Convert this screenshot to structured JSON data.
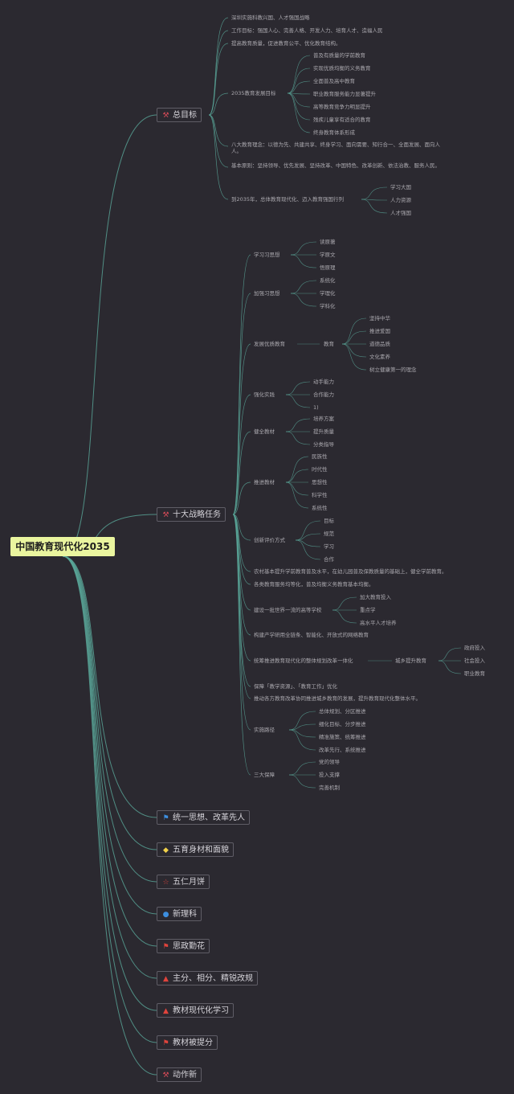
{
  "root": "中国教育现代化2035",
  "colors": {
    "background": "#2b2930",
    "line": "#5aa89a",
    "root_fill": "#eaf59f",
    "text": "#aaa8ae"
  },
  "branches": [
    {
      "label": "总目标",
      "icon": "hammer-icon"
    },
    {
      "label": "十大战略任务",
      "icon": "hammer-icon"
    },
    {
      "label": "统一思想、改革先人",
      "icon": "flag-blue-icon"
    },
    {
      "label": "五育身材和面貌",
      "icon": "gem-icon"
    },
    {
      "label": "五仁月饼",
      "icon": "star-icon"
    },
    {
      "label": "新理科",
      "icon": "drop-icon"
    },
    {
      "label": "思政勤花",
      "icon": "flag-red-icon"
    },
    {
      "label": "主分、相分、精锐改规",
      "icon": "flame-icon"
    },
    {
      "label": "教材现代化学习",
      "icon": "flame-icon"
    },
    {
      "label": "教材被提分",
      "icon": "flag-red-icon"
    },
    {
      "label": "动作新",
      "icon": "hammer-icon"
    }
  ],
  "goal_children": [
    "深圳实施科教兴国、人才强国战略",
    "工作目标：强国人心、完善人格、开发人力、培育人才、造福人民",
    "提高教育质量，促进教育公平、优化教育结构。",
    "2035教育发展目标",
    "八大教育理念：以德为先、共建共享、终身学习、面向需要、知行合一、全面发展、面向人人。",
    "基本原则：坚持领导、优先发展、坚持改革、中国特色、改革创新、依法治教、服务人民。",
    "到2035年，总体教育现代化、迈入教育强国行列"
  ],
  "goal2035": [
    "普及有质量的学前教育",
    "实现优质均衡的义务教育",
    "全面普及高中教育",
    "职业教育服务能力显著提升",
    "高等教育竞争力明显提升",
    "残疾儿童享有适合的教育",
    "终身教育体系形成"
  ],
  "goal_power": [
    "学习大国",
    "人力资源",
    "人才强国"
  ],
  "strategy": {
    "s1": {
      "label": "学习习思想",
      "items": [
        "读原著",
        "学原文",
        "悟原理"
      ]
    },
    "s2": {
      "label": "加强习思想",
      "items": [
        "系统化",
        "学理化",
        "学科化"
      ]
    },
    "s3": {
      "label": "发展优质教育",
      "mid": "教育",
      "items": [
        "坚持中华",
        "推进爱国",
        "道德品质",
        "文化素养",
        "树立健康第一的理念"
      ]
    },
    "s4": {
      "label": "强化实践",
      "items": [
        "动手能力",
        "合作能力",
        "1)"
      ]
    },
    "s5": {
      "label": "健全教材",
      "items": [
        "培养方案",
        "提升质量",
        "分类指导"
      ]
    },
    "s6": {
      "label": "推进教材",
      "items": [
        "民族性",
        "时代性",
        "思想性",
        "科学性",
        "系统性"
      ]
    },
    "s7": {
      "label": "创新评价方式",
      "items": [
        "目标",
        "规范",
        "学习",
        "合作"
      ]
    },
    "s8": "农村基本提升学前教育普及水平，在幼儿园普及保教质量的基础上，健全学前教育。",
    "s9": "各类教育服务均等化，普及均衡义务教育基本均衡。",
    "s10": {
      "label": "建设一批世界一流的高等学校",
      "items": [
        "加大教育投入",
        "重点学",
        "高水平人才培养"
      ]
    },
    "s11": "构建产学研用全链条、智能化、开放式的网络教育",
    "s12": {
      "label": "统筹推进教育现代化的整体规划改革一体化",
      "mid": "城乡提升教育",
      "items": [
        "政府投入",
        "社会投入",
        "职业教育"
      ]
    },
    "s13": "保障「教学资源」、「教育工作」优化",
    "s14": "推动各方教育改革协同推进城乡教育的发展，提升教育现代化整体水平。",
    "s15": {
      "label": "实施路径",
      "items": [
        "总体规划、分区推进",
        "细化目标、分步推进",
        "精准施策、统筹推进",
        "改革先行、系统推进"
      ]
    },
    "s16": {
      "label": "三大保障",
      "items": [
        "党的领导",
        "投入支撑",
        "完善机制"
      ]
    }
  },
  "strategy_label": "十大战略任务"
}
